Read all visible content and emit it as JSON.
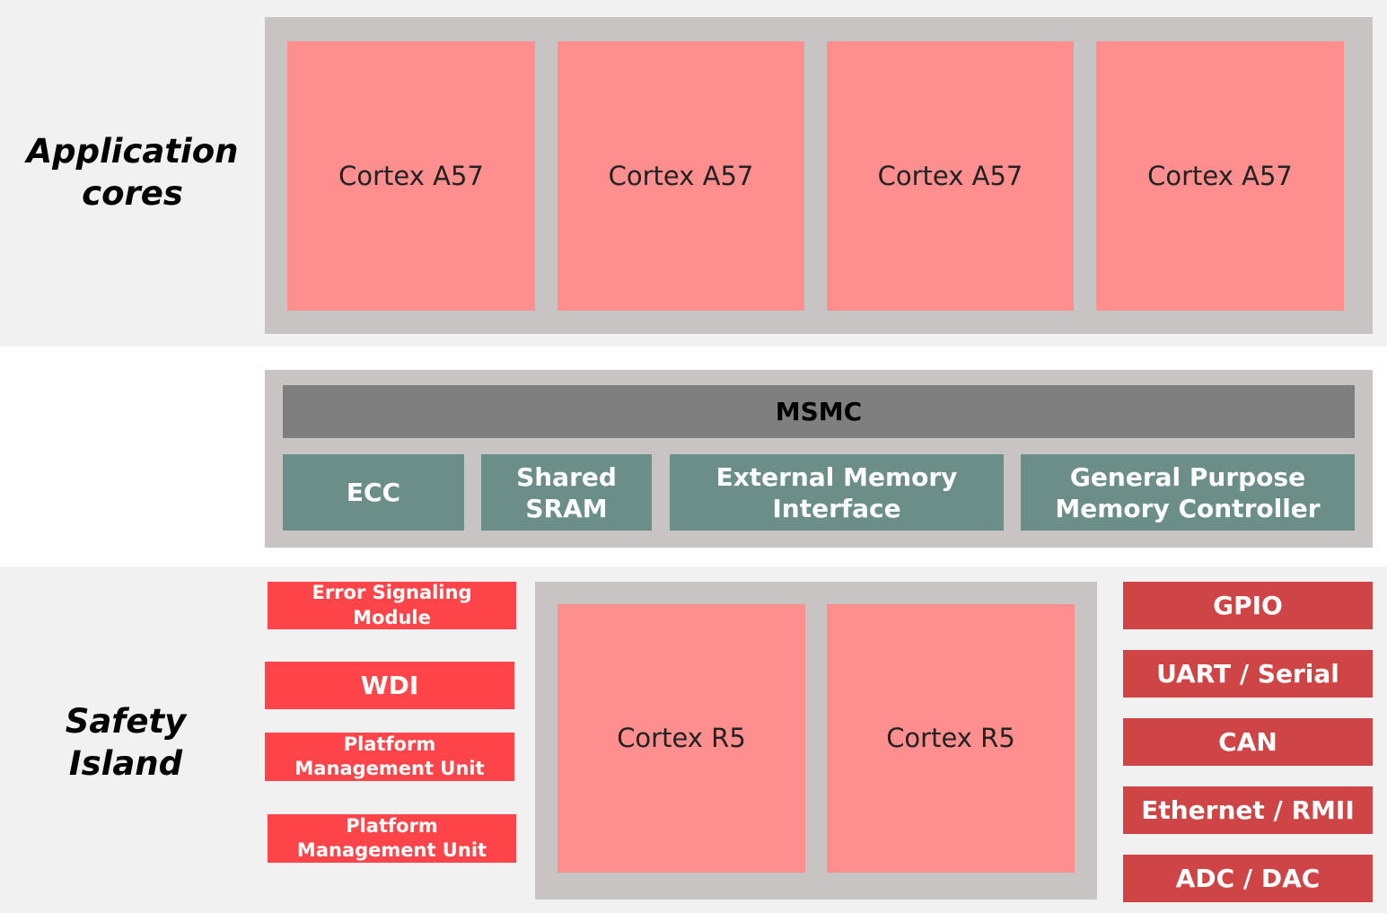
{
  "application": {
    "label_lines": [
      "Application",
      "cores"
    ],
    "cores": [
      "Cortex A57",
      "Cortex A57",
      "Cortex A57",
      "Cortex A57"
    ]
  },
  "memory": {
    "msmc": "MSMC",
    "blocks": [
      [
        "ECC"
      ],
      [
        "Shared",
        "SRAM"
      ],
      [
        "External Memory",
        "Interface"
      ],
      [
        "General Purpose",
        "Memory Controller"
      ]
    ]
  },
  "safety": {
    "label_lines": [
      "Safety",
      "Island"
    ],
    "modules": [
      [
        "Error Signaling",
        "Module"
      ],
      [
        "WDI"
      ],
      [
        "Platform",
        "Management Unit"
      ],
      [
        "Platform",
        "Management Unit"
      ]
    ],
    "cores": [
      "Cortex R5",
      "Cortex R5"
    ],
    "peripherals": [
      "GPIO",
      "UART / Serial",
      "CAN",
      "Ethernet / RMII",
      "ADC / DAC"
    ]
  },
  "colors": {
    "core": "#ff8e8e",
    "panel": "#c8c4c4",
    "msmc": "#7f7f7f",
    "memory_block": "#6b8e88",
    "safety_module": "#ff454a",
    "peripheral": "#cf4546"
  }
}
